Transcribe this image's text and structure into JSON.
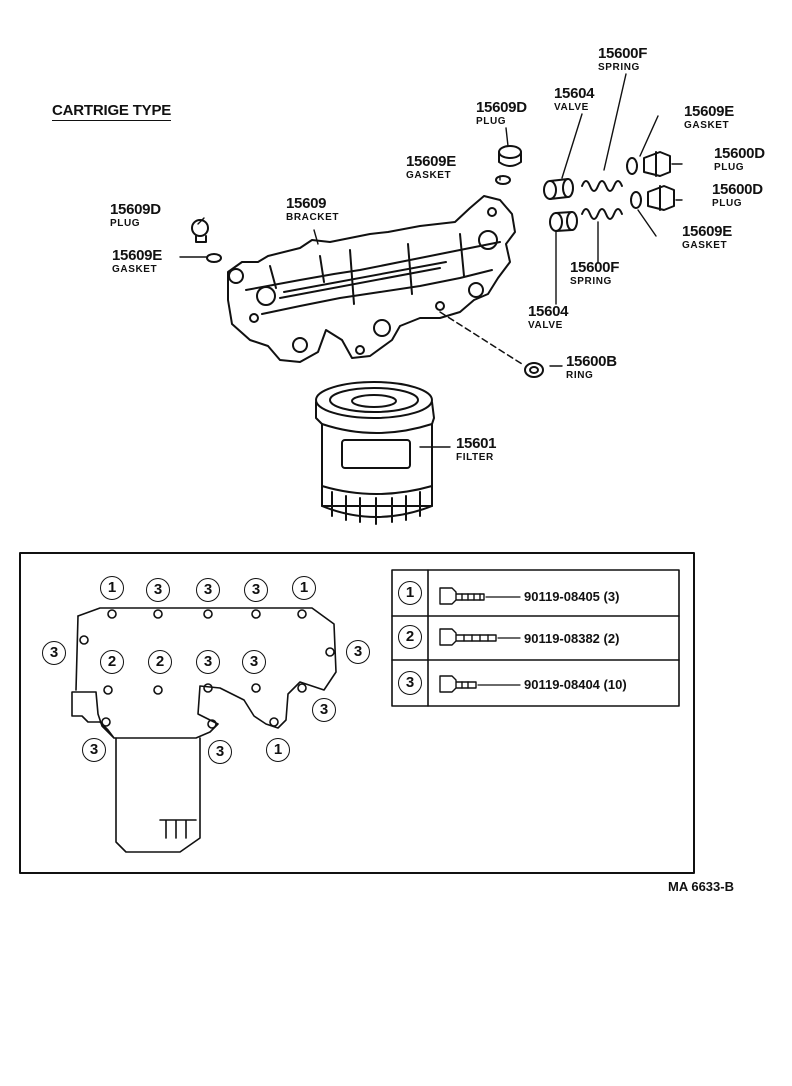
{
  "title": "CARTRIGE TYPE",
  "reference": "MA 6633-B",
  "parts": [
    {
      "id": "spring-top",
      "number": "15600F",
      "desc": "SPRING"
    },
    {
      "id": "valve-top",
      "number": "15604",
      "desc": "VALVE"
    },
    {
      "id": "plug-top",
      "number": "15609D",
      "desc": "PLUG"
    },
    {
      "id": "gasket-top-right",
      "number": "15609E",
      "desc": "GASKET"
    },
    {
      "id": "gasket-mid",
      "number": "15609E",
      "desc": "GASKET"
    },
    {
      "id": "plug-right-1",
      "number": "15600D",
      "desc": "PLUG"
    },
    {
      "id": "plug-right-2",
      "number": "15600D",
      "desc": "PLUG"
    },
    {
      "id": "plug-left",
      "number": "15609D",
      "desc": "PLUG"
    },
    {
      "id": "bracket",
      "number": "15609",
      "desc": "BRACKET"
    },
    {
      "id": "gasket-right-low",
      "number": "15609E",
      "desc": "GASKET"
    },
    {
      "id": "gasket-left",
      "number": "15609E",
      "desc": "GASKET"
    },
    {
      "id": "spring-low",
      "number": "15600F",
      "desc": "SPRING"
    },
    {
      "id": "valve-low",
      "number": "15604",
      "desc": "VALVE"
    },
    {
      "id": "ring",
      "number": "15600B",
      "desc": "RING"
    },
    {
      "id": "filter",
      "number": "15601",
      "desc": "FILTER"
    }
  ],
  "bolt_legend": [
    {
      "key": "1",
      "part": "90119-08405 (3)"
    },
    {
      "key": "2",
      "part": "90119-08382 (2)"
    },
    {
      "key": "3",
      "part": "90119-08404 (10)"
    }
  ],
  "bolt_markers": [
    "1",
    "3",
    "3",
    "3",
    "1",
    "3",
    "2",
    "2",
    "3",
    "3",
    "3",
    "3",
    "3",
    "3",
    "1"
  ]
}
